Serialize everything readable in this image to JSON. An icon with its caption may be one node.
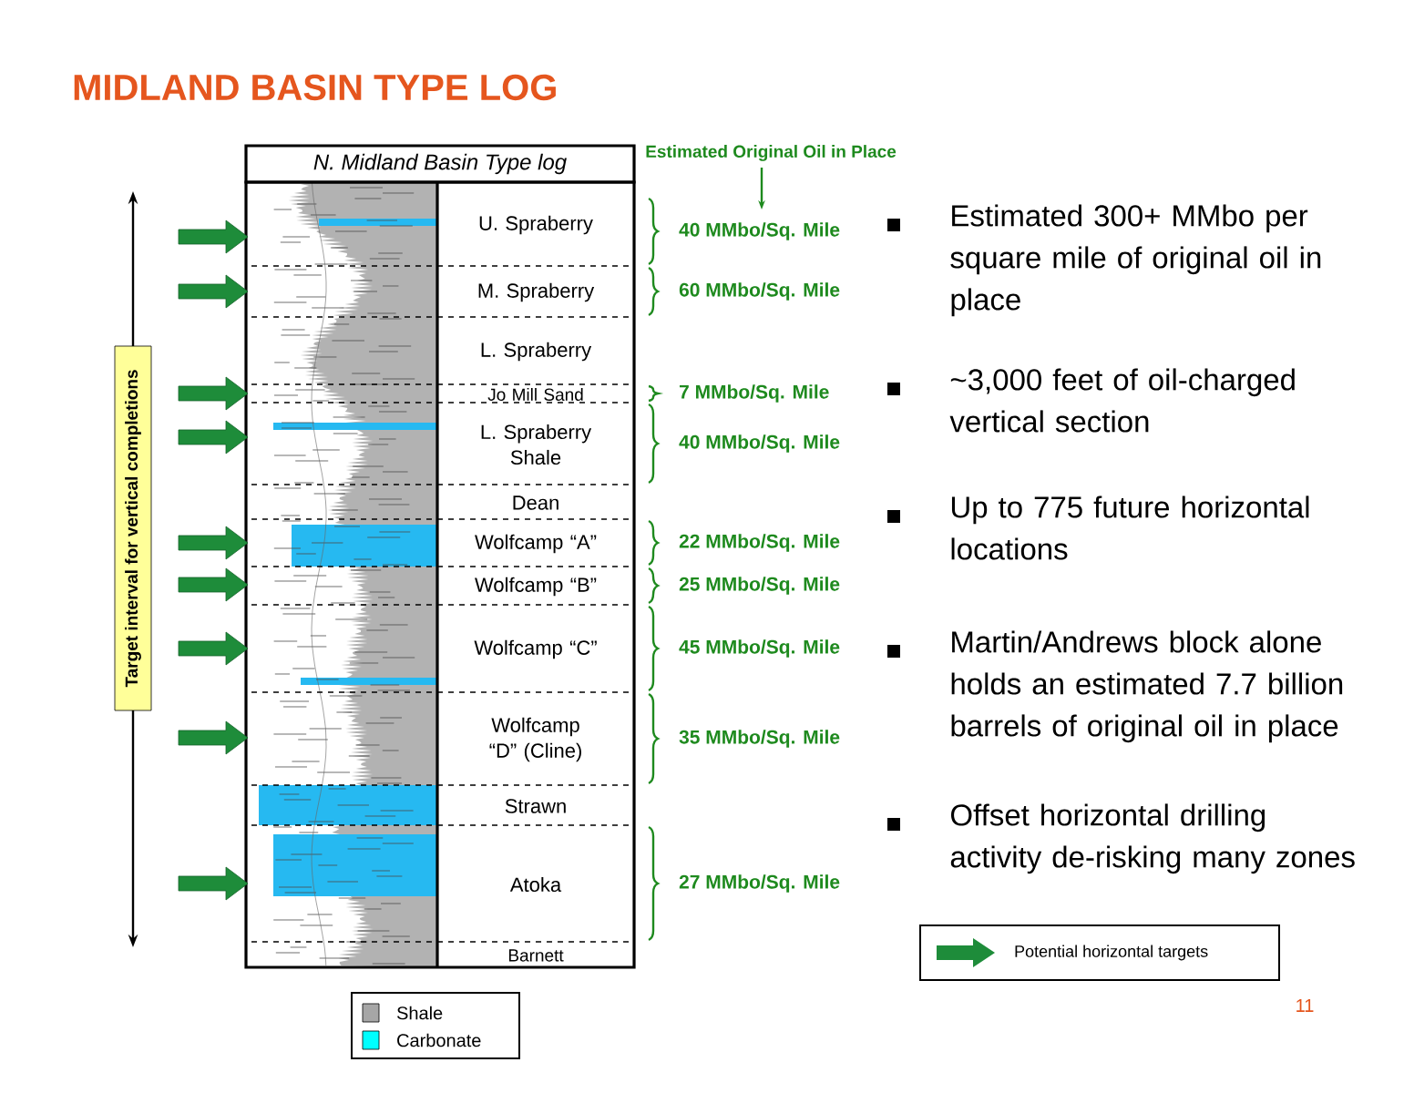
{
  "diagram": {
    "title": "MIDLAND BASIN TYPE LOG",
    "nodes": [
      {
        "text": [
          "N. Midland Basin Type log"
        ]
      },
      {
        "text": [
          "U. Spraberry"
        ]
      },
      {
        "text": [
          "M. Spraberry"
        ]
      },
      {
        "text": [
          "L. Spraberry"
        ]
      },
      {
        "text": [
          "Jo Mill Sand"
        ]
      },
      {
        "text": [
          "L. Spraberry Shale"
        ]
      },
      {
        "text": [
          "Dean"
        ]
      },
      {
        "text": [
          "Wolfcamp “A”"
        ]
      },
      {
        "text": [
          "Wolfcamp “B”"
        ]
      },
      {
        "text": [
          "Wolfcamp “C”"
        ]
      },
      {
        "text": [
          "Wolfcamp “D” (Cline)"
        ]
      },
      {
        "text": [
          "Strawn"
        ]
      },
      {
        "text": [
          "Atoka"
        ]
      },
      {
        "text": [
          "Barnett"
        ]
      },
      {
        "text": [
          "Target interval for vertical completions"
        ]
      }
    ],
    "labels": [
      "Estimated Original Oil in Place",
      "40 MMbo/Sq. Mile",
      "60 MMbo/Sq. Mile",
      "7 MMbo/Sq. Mile",
      "40 MMbo/Sq. Mile",
      "22 MMbo/Sq. Mile",
      "25 MMbo/Sq. Mile",
      "45 MMbo/Sq. Mile",
      "35 MMbo/Sq. Mile",
      "27 MMbo/Sq. Mile",
      "Estimated 300+ MMbo per square mile of original oil in place",
      "~3,000 feet of oil-charged vertical section",
      "Up to 775 future horizontal locations",
      "Martin/Andrews block alone holds an estimated 7.7 billion barrels of original oil in place",
      "Offset horizontal drilling activity de-risking many zones",
      "11"
    ],
    "legend": [
      {
        "text": "Potential horizontal targets"
      },
      {
        "text": "Shale",
        "color": "#a6a6a6"
      },
      {
        "text": "Carbonate",
        "color": "#00ffff"
      }
    ]
  }
}
